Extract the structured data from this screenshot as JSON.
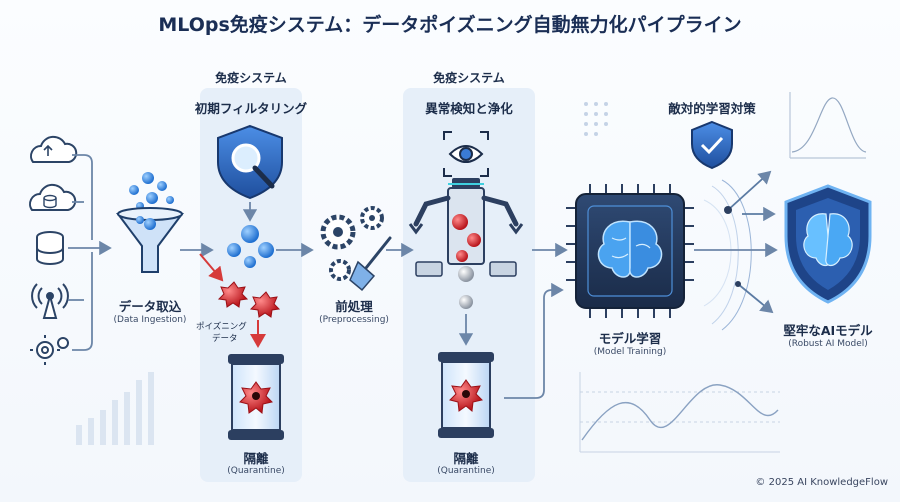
{
  "title": "MLOps免疫システム：データポイズニング自動無力化パイプライン",
  "stage1": {
    "header": "免疫システム",
    "subheader": "初期フィルタリング"
  },
  "stage2": {
    "header": "免疫システム",
    "subheader": "異常検知と浄化"
  },
  "adversarial": {
    "label": "敵対的学習対策"
  },
  "ingest": {
    "label": "データ取込",
    "sublabel": "(Data Ingestion)"
  },
  "poison": {
    "label_line1": "ポイズニング",
    "label_line2": "データ"
  },
  "quarantine1": {
    "label": "隔離",
    "sublabel": "(Quarantine)"
  },
  "quarantine2": {
    "label": "隔離",
    "sublabel": "(Quarantine)"
  },
  "preprocess": {
    "label": "前処理",
    "sublabel": "(Preprocessing)"
  },
  "training": {
    "label": "モデル学習",
    "sublabel": "(Model Training)"
  },
  "robust": {
    "label": "堅牢なAIモデル",
    "sublabel": "(Robust AI Model)"
  },
  "copyright": "© 2025 AI KnowledgeFlow",
  "colors": {
    "navy": "#1a2e55",
    "blue": "#3a7bd5",
    "red": "#d63a3a",
    "panel": "#e4eefa"
  }
}
